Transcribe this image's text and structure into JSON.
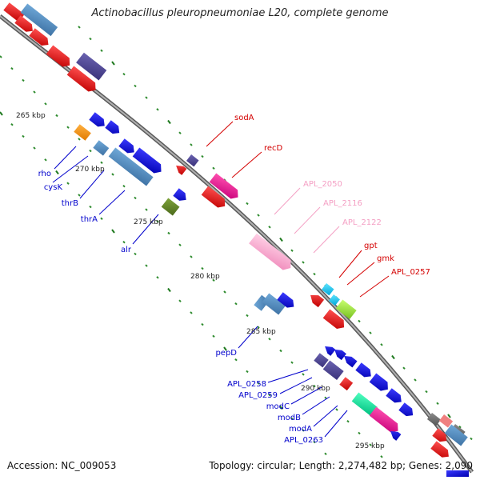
{
  "title": "Actinobacillus pleuropneumoniae L20, complete genome",
  "footer": {
    "accession": "Accession: NC_009053",
    "topology": "Topology: circular; Length: 2,274,482 bp; Genes: 2,090"
  },
  "colors": {
    "backbone": "#8c8c8c",
    "tick_major": "#1f7a1f",
    "tick_minor": "#2e8b2e",
    "label_blue": "#0000cc",
    "label_red": "#d40000",
    "label_pink": "#f4a0c4",
    "kbp_text": "#222222"
  },
  "scale_labels": [
    "265 kbp",
    "270 kbp",
    "275 kbp",
    "280 kbp",
    "285 kbp",
    "290 kbp",
    "295 kbp"
  ],
  "gene_labels": {
    "left": [
      "rho",
      "cysK",
      "thrB",
      "thrA",
      "alr",
      "pepD",
      "APL_0258",
      "APL_0259",
      "modC",
      "modB",
      "modA",
      "APL_0263"
    ],
    "right_red": [
      "sodA",
      "recD",
      "gpt",
      "gmk",
      "APL_0257"
    ],
    "right_pink": [
      "APL_2050",
      "APL_2116",
      "APL_2122"
    ]
  }
}
